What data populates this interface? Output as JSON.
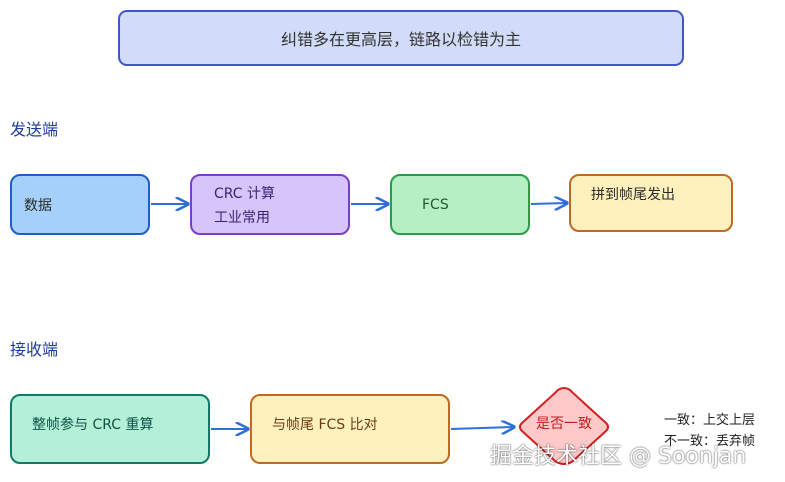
{
  "title": "纠错多在更高层，链路以检错为主",
  "sender": {
    "label": "发送端",
    "steps": [
      {
        "line1": "数据",
        "line2": ""
      },
      {
        "line1": "CRC 计算",
        "line2": "工业常用"
      },
      {
        "line1": "FCS",
        "line2": ""
      },
      {
        "line1": "拼到帧尾发出",
        "line2": ""
      }
    ]
  },
  "receiver": {
    "label": "接收端",
    "steps": [
      {
        "line1": "整帧参与 CRC 重算"
      },
      {
        "line1": "与帧尾 FCS 比对"
      }
    ],
    "decision": "是否一致",
    "outcome_yes": "一致：上交上层",
    "outcome_no": "不一致：丢弃帧"
  },
  "watermark": "掘金技术社区 @ Soonjan",
  "colors": {
    "title_bg": "#d0dcf8",
    "title_border": "#4056c8",
    "blue_bg": "#a5d0fa",
    "blue_border": "#1f5dc8",
    "purple_bg": "#d6c5fb",
    "purple_border": "#7a3ec8",
    "green_bg": "#b4f0c4",
    "green_border": "#2e9b48",
    "yellow_bg": "#fff1bd",
    "yellow_border": "#c06a20",
    "teal_bg": "#b4f0d8",
    "teal_border": "#0f7a6a",
    "red_bg": "#ffc9c9",
    "red_border": "#d02020",
    "arrow": "#2f6fd8"
  }
}
